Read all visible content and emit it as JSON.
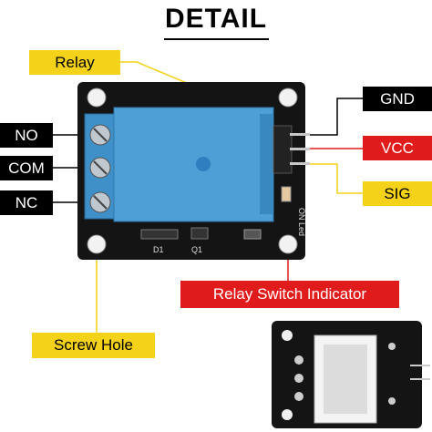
{
  "title": "DETAIL",
  "labels": {
    "relay": "Relay",
    "no": "NO",
    "com": "COM",
    "nc": "NC",
    "gnd": "GND",
    "vcc": "VCC",
    "sig": "SIG",
    "relay_switch_indicator": "Relay Switch Indicator",
    "screw_hole": "Screw Hole"
  },
  "pcb_silkscreen": {
    "on_led": "ON Led",
    "diode": "D1",
    "transistor": "Q1"
  },
  "colors": {
    "yellow": "#f5d21a",
    "red": "#e01b1b",
    "black": "#000000",
    "relay_blue": "#4d9fd6",
    "terminal_blue": "#3f8fc8"
  }
}
